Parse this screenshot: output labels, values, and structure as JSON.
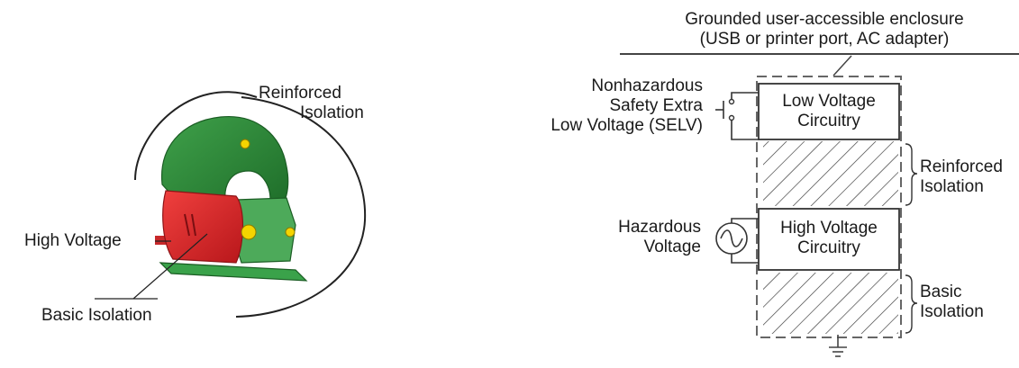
{
  "left": {
    "reinforced_label": [
      "Reinforced",
      "Isolation"
    ],
    "high_voltage_label": "High Voltage",
    "basic_label": "Basic Isolation",
    "colors": {
      "body_green": "#2f8a3a",
      "motor_red": "#e0262a",
      "knob_yellow": "#f4d400"
    }
  },
  "right": {
    "enclosure_label": [
      "Grounded user-accessible enclosure",
      "(USB or printer port, AC adapter)"
    ],
    "selv_label": [
      "Nonhazardous",
      "Safety Extra",
      "Low Voltage (SELV)"
    ],
    "low_box": [
      "Low Voltage",
      "Circuitry"
    ],
    "reinforced_label": [
      "Reinforced",
      "Isolation"
    ],
    "hazard_label": [
      "Hazardous",
      "Voltage"
    ],
    "high_box": [
      "High Voltage",
      "Circuitry"
    ],
    "basic_label": [
      "Basic",
      "Isolation"
    ]
  }
}
